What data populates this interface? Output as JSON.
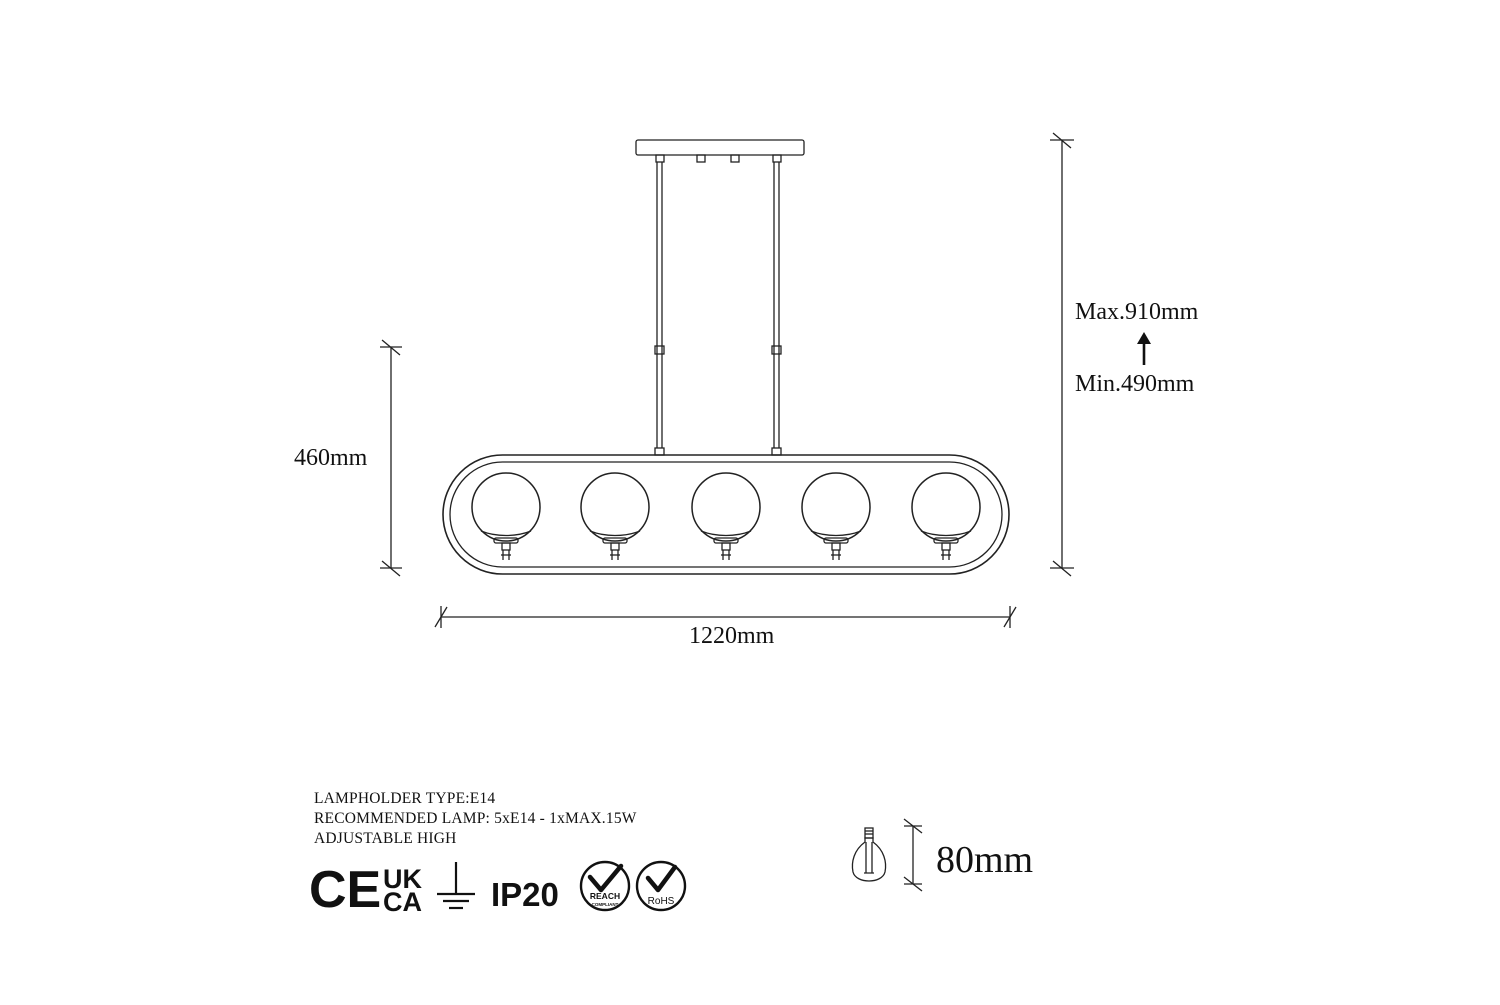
{
  "colors": {
    "line": "#222222",
    "background": "#ffffff"
  },
  "dimensions": {
    "height_fixture": "460mm",
    "width": "1220mm",
    "max_height": "Max.910mm",
    "min_height": "Min.490mm",
    "bulb_size": "80mm"
  },
  "specs": [
    "LAMPHOLDER TYPE:E14",
    "RECOMMENDED LAMP: 5xE14 - 1xMAX.15W",
    "ADJUSTABLE HIGH"
  ],
  "certifications": {
    "ce": "CE",
    "ukca_top": "UK",
    "ukca_bottom": "CA",
    "ground_icon": "ground-symbol-icon",
    "ip": "IP20",
    "reach": "REACH",
    "reach_sub": "COMPLIANT",
    "rohs": "RoHS"
  },
  "icons": {
    "bulb": "light-bulb-icon",
    "arrow": "arrow-up-icon"
  }
}
